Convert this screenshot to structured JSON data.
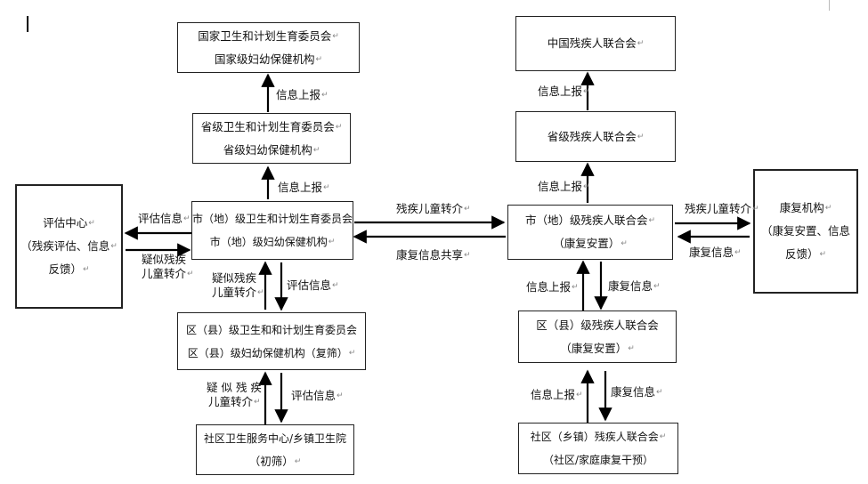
{
  "boxes": {
    "national": {
      "line1": "国家卫生和计划生育委员会",
      "line2": "国家级妇幼保健机构"
    },
    "provincial_health": {
      "line1": "省级卫生和计划生育委员会",
      "line2": "省级妇幼保健机构"
    },
    "city_health": {
      "line1": "市（地）级卫生和计划生育委员会",
      "line2": "市（地）级妇幼保健机构"
    },
    "district_health": {
      "line1": "区（县）级卫生和和计划生育委员会",
      "line2": "区（县）级妇幼保健机构（复筛）"
    },
    "community_health": {
      "line1": "社区卫生服务中心/乡镇卫生院",
      "line2": "（初筛）"
    },
    "assessment_center": {
      "line1": "评估中心",
      "line2": "（残疾评估、信息",
      "line3": "反馈）"
    },
    "china_disabled": {
      "line1": "中国残疾人联合会"
    },
    "provincial_disabled": {
      "line1": "省级残疾人联合会"
    },
    "city_disabled": {
      "line1": "市（地）级残疾人联合会",
      "line2": "（康复安置）"
    },
    "district_disabled": {
      "line1": "区（县）级残疾人联合会",
      "line2": "（康复安置）"
    },
    "community_disabled": {
      "line1": "社区（乡镇）残疾人联合会",
      "line2": "（社区/家庭康复干预）"
    },
    "rehab_institution": {
      "line1": "康复机构",
      "line2": "（康复安置、信息",
      "line3": "反馈）"
    }
  },
  "labels": {
    "info_report_1": "信息上报",
    "info_report_2": "信息上报",
    "assess_info_left": "评估信息",
    "suspected_left_1": "疑似残疾",
    "suspected_left_2": "儿童转介",
    "suspected_mid_1": "疑似残疾",
    "suspected_mid_2": "儿童转介",
    "assess_info_mid": "评估信息",
    "suspected_low_1": "疑 似 残 疾",
    "suspected_low_2": "儿童转介",
    "assess_info_low": "评估信息",
    "disabled_child_referral": "残疾儿童转介",
    "rehab_info_share": "康复信息共享",
    "info_report_3": "信息上报",
    "info_report_4": "信息上报",
    "info_report_5": "信息上报",
    "rehab_info_1": "康复信息",
    "info_report_6": "信息上报",
    "rehab_info_2": "康复信息",
    "disabled_child_referral_right": "残疾儿童转介",
    "rehab_info_right": "康复信息"
  },
  "colors": {
    "line": "#000000",
    "border": "#222222"
  }
}
